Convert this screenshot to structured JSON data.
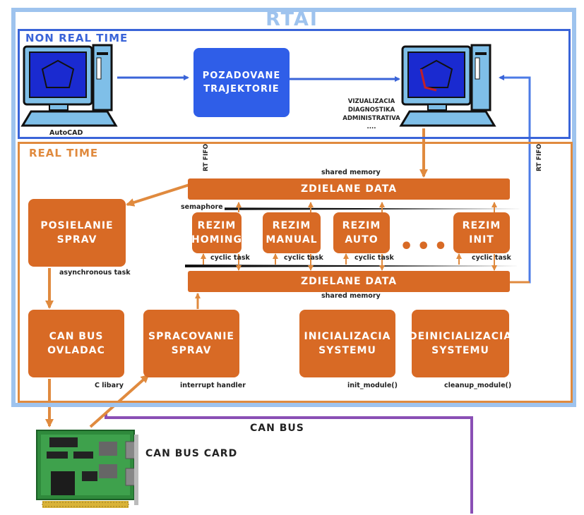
{
  "rtai": {
    "title": "RTAI"
  },
  "non_real_time": {
    "label": "NON REAL TIME",
    "autocad_label": "AutoCAD",
    "trajectories": [
      "POZADOVANE",
      "TRAJEKTORIE"
    ],
    "visualization_lines": [
      "VIZUALIZACIA",
      "DIAGNOSTIKA",
      "ADMINISTRATIVA",
      "...."
    ]
  },
  "real_time": {
    "label": "REAL TIME",
    "rt_fifo_label": "RT FIFO",
    "shared_data_label": "ZDIELANE DATA",
    "shared_memory_label": "shared memory",
    "semaphore_label": "semaphore",
    "cyclic_task_label": "cyclic task",
    "modes": [
      {
        "line1": "REZIM",
        "line2": "HOMING"
      },
      {
        "line1": "REZIM",
        "line2": "MANUAL"
      },
      {
        "line1": "REZIM",
        "line2": "AUTO"
      },
      {
        "line1": "REZIM",
        "line2": "INIT"
      }
    ],
    "ellipsis": "•••",
    "sending": {
      "lines": [
        "POSIELANIE",
        "SPRAV"
      ],
      "caption": "asynchronous task"
    },
    "can_driver": {
      "lines": [
        "CAN BUS",
        "OVLADAC"
      ],
      "caption": "C libary"
    },
    "processing": {
      "lines": [
        "SPRACOVANIE",
        "SPRAV"
      ],
      "caption": "interrupt handler"
    },
    "init": {
      "lines": [
        "INICIALIZACIA",
        "SYSTEMU"
      ],
      "caption": "init_module()"
    },
    "deinit": {
      "lines": [
        "DEINICIALIZACIA",
        "SYSTEMU"
      ],
      "caption": "cleanup_module()"
    }
  },
  "bus": {
    "can_bus_label": "CAN BUS",
    "card_label": "CAN BUS CARD"
  },
  "colors": {
    "rtai_frame": "#9ec3ee",
    "non_real_time": "#3a64d8",
    "real_time": "#e08a3e",
    "box_fill": "#d86a25",
    "blue_box": "#2f5ee8",
    "can_bus_line": "#8a4fb5"
  }
}
